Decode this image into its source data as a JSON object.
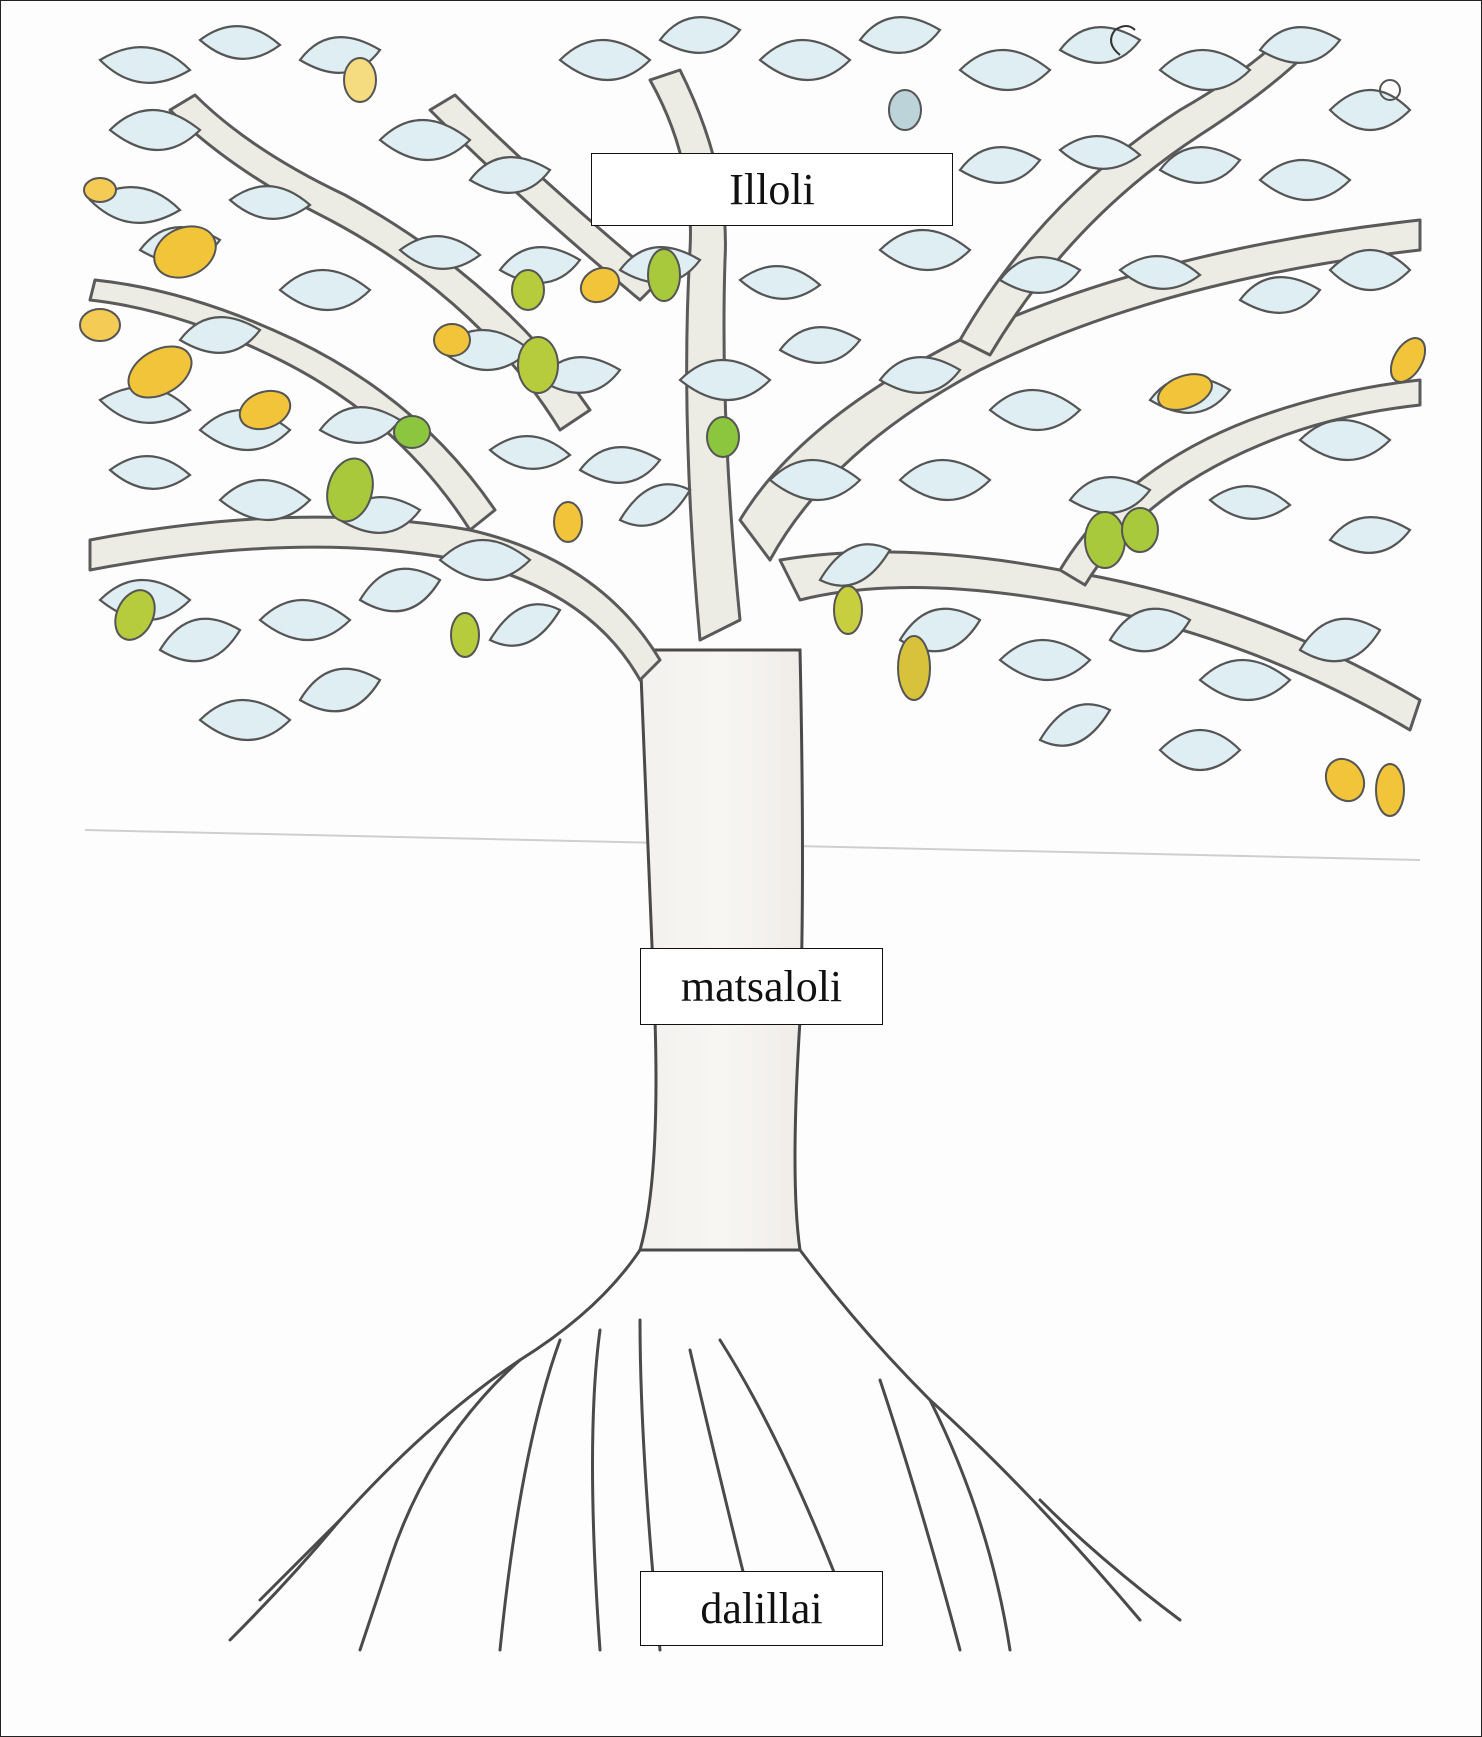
{
  "labels": {
    "crown": "Illoli",
    "trunk": "matsaloli",
    "roots": "dalillai"
  },
  "colors": {
    "leaf_fill": "#dfeef2",
    "leaf_stroke": "#555555",
    "branch_fill": "#ecece4",
    "fruit_yellow": "#f2c43a",
    "fruit_green": "#8cc63f",
    "pencil": "#444444"
  },
  "icons": [
    "tree-illustration"
  ]
}
